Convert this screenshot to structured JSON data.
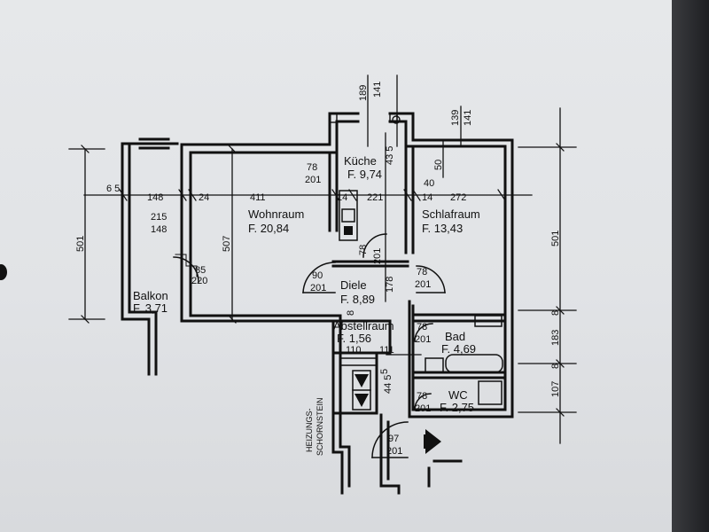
{
  "rooms": {
    "kueche": {
      "name": "Küche",
      "area": "F. 9,74"
    },
    "wohnraum": {
      "name": "Wohnraum",
      "area": "F. 20,84"
    },
    "schlaf": {
      "name": "Schlafraum",
      "area": "F. 13,43"
    },
    "balkon": {
      "name": "Balkon",
      "area": "F. 3,71"
    },
    "diele": {
      "name": "Diele",
      "area": "F. 8,89"
    },
    "abstell": {
      "name": "Abstellraum",
      "area": "F. 1,56"
    },
    "bad": {
      "name": "Bad",
      "area": "F. 4,69"
    },
    "wc": {
      "name": "WC",
      "area": "F. 2,75"
    }
  },
  "dimensions": {
    "top_h": [
      "6 5",
      "148",
      "24",
      "411",
      "14",
      "221",
      "14",
      "272"
    ],
    "top_v": [
      "189",
      "141",
      "139",
      "141",
      "43 5",
      "50",
      "40"
    ],
    "left_v": "501",
    "wohn_v": "507",
    "right_v": [
      "501",
      "183",
      "107",
      "8",
      "8"
    ],
    "window_pairs": [
      {
        "top": "215",
        "bottom": "148"
      },
      {
        "top": "78",
        "bottom": "201"
      },
      {
        "top": "85",
        "bottom": "220"
      }
    ],
    "doors": [
      {
        "top": "90",
        "bottom": "201"
      },
      {
        "top": "78",
        "bottom": "201"
      },
      {
        "top": "78",
        "bottom": "201"
      },
      {
        "top": "78",
        "bottom": "201"
      },
      {
        "top": "78",
        "bottom": "201"
      },
      {
        "top": "97",
        "bottom": "201"
      }
    ],
    "flur_v": [
      "178",
      "8",
      "44 5",
      "5"
    ],
    "flur_h": [
      "110",
      "111"
    ],
    "kueche_door_v": [
      "78",
      "201"
    ]
  },
  "annotation": {
    "line1": "HEIZUNGS-",
    "line2": "SCHORNSTEIN"
  }
}
